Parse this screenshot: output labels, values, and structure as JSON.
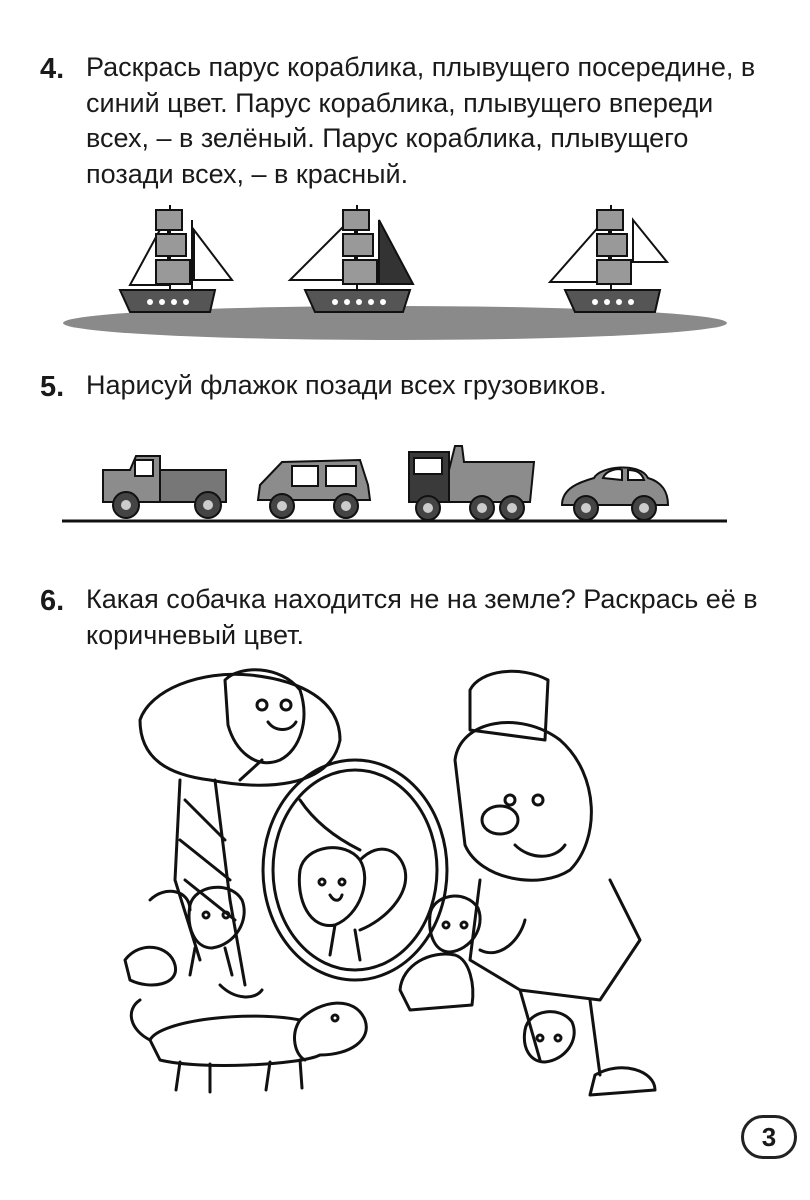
{
  "tasks": [
    {
      "number": "4.",
      "text": "Раскрась парус кораблика, плывущего посередине, в синий цвет. Парус кораблика, плывущего впереди всех, – в зелёный. Парус кораблика, плывущего позади всех, – в красный."
    },
    {
      "number": "5.",
      "text": "Нарисуй флажок позади всех грузовиков."
    },
    {
      "number": "6.",
      "text": "Какая собачка находится не на земле? Раскрась её в коричневый цвет."
    }
  ],
  "page_number": "3",
  "colors": {
    "ink": "#1a1a1a",
    "sea_shadow": "#8a8a8a",
    "hull": "#555555",
    "vehicle_gray": "#8c8c8c",
    "vehicle_dark": "#3a3a3a"
  },
  "illustrations": {
    "ships": [
      "ship-left",
      "ship-middle",
      "ship-right"
    ],
    "vehicles": [
      "truck-flatbed",
      "car-van",
      "truck-dump",
      "car-beetle"
    ],
    "scene": "clowns-with-dogs-coloring"
  }
}
